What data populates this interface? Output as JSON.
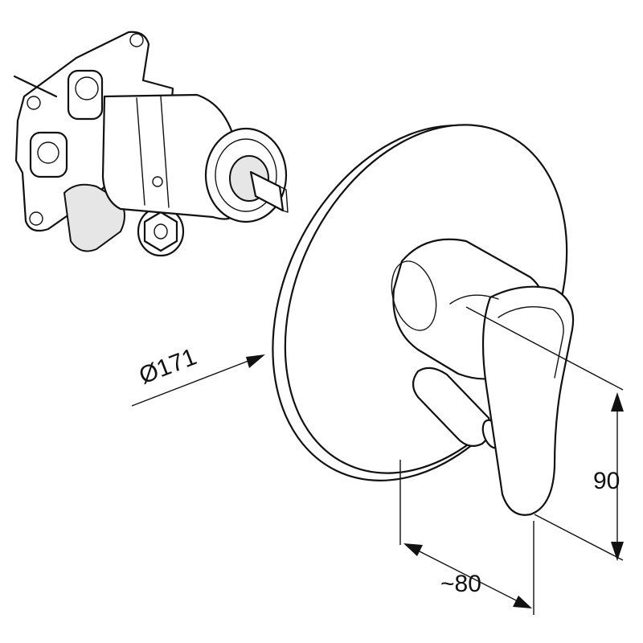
{
  "dimensions": {
    "diameter_label": "Ø171",
    "height_label": "90",
    "depth_label": "~80"
  }
}
